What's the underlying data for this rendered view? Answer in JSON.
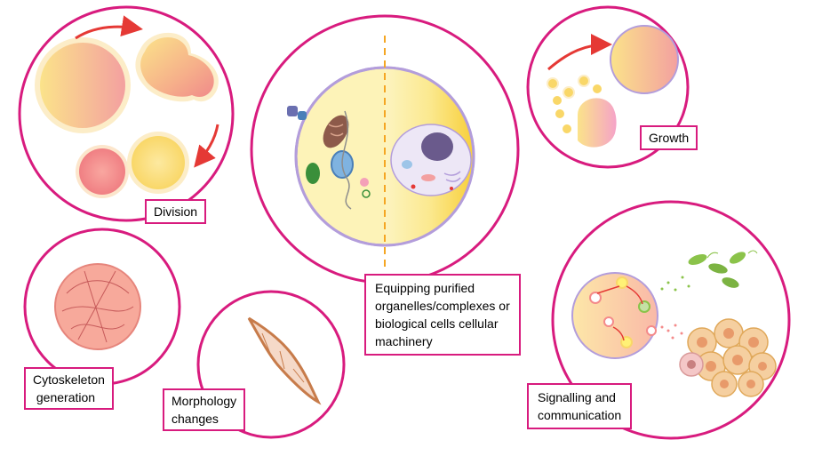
{
  "labels": {
    "division": "Division",
    "growth": "Growth",
    "equipping": [
      "Equipping  purified",
      "organelles/complexes or",
      "biological cells cellular",
      "machinery"
    ],
    "cytoskeleton": [
      "Cytoskeleton",
      " generation"
    ],
    "morphology": [
      "Morphology",
      "changes"
    ],
    "signalling": [
      "Signalling and",
      "communication"
    ]
  },
  "colors": {
    "ring": "#d81b7e",
    "arrow": "#e53935",
    "cell_yellow": "#fbe082",
    "cell_pink": "#f48a8a",
    "membrane": "#b39ddb"
  }
}
